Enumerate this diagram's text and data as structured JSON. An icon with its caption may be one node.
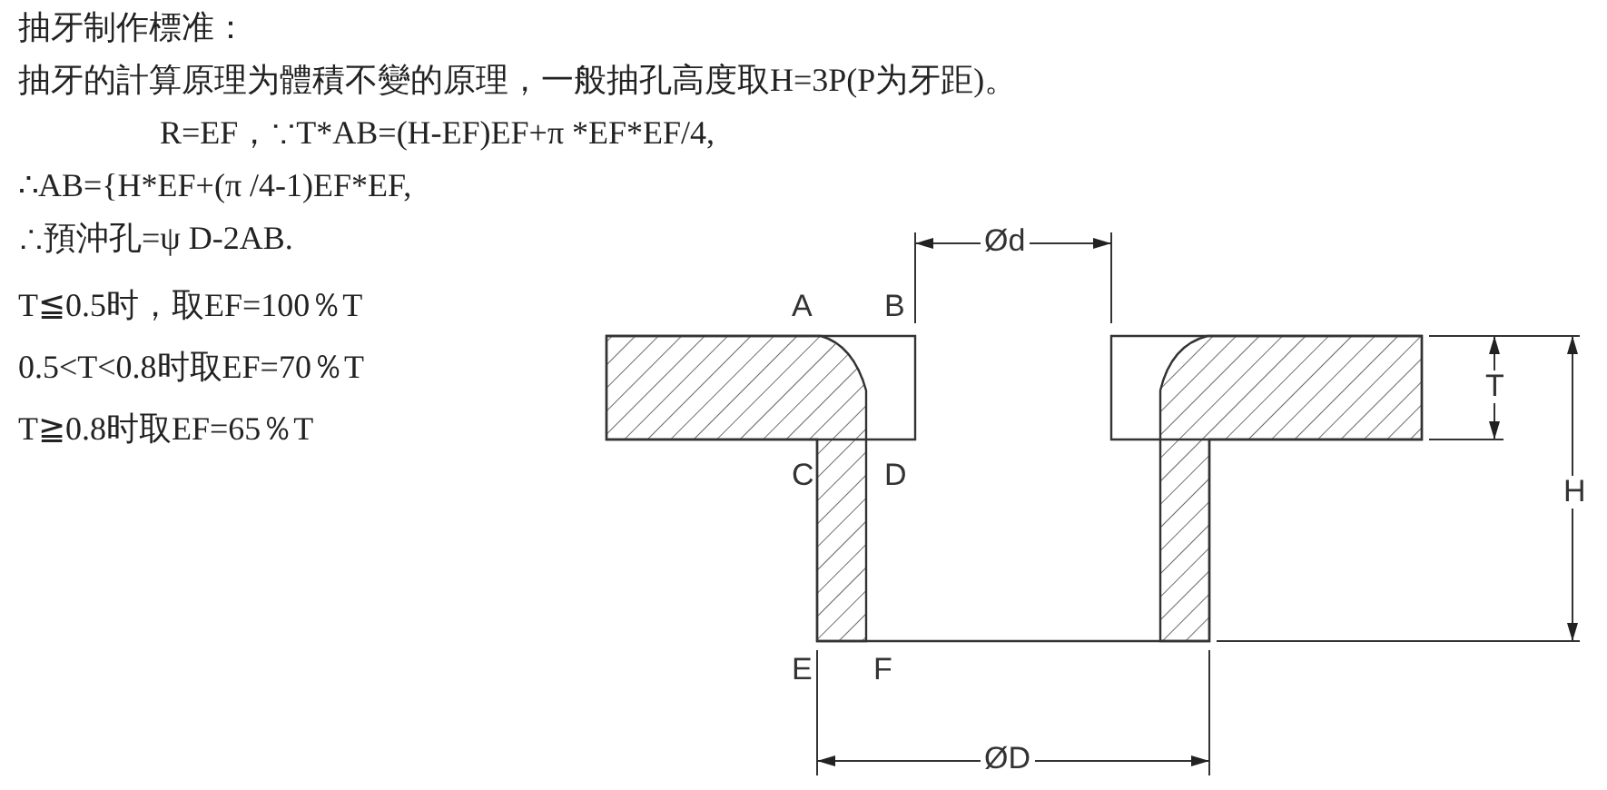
{
  "diagram": {
    "title": "抽牙制作標准：",
    "labels": [
      "抽牙的計算原理为體積不變的原理，一般抽孔高度取H=3P(P为牙距)。",
      "R=EF，∵T*AB=(H-EF)EF+π *EF*EF/4,",
      "∴AB={H*EF+(π /4-1)EF*EF,",
      "∴預沖孔=ψ D-2AB.",
      "T≦0.5时，取EF=100％T",
      "0.5<T<0.8时取EF=70％T",
      "T≧0.8时取EF=65％T",
      "A",
      "B",
      "C",
      "D",
      "E",
      "F",
      "Ød",
      "T",
      "H",
      "ØD"
    ]
  }
}
